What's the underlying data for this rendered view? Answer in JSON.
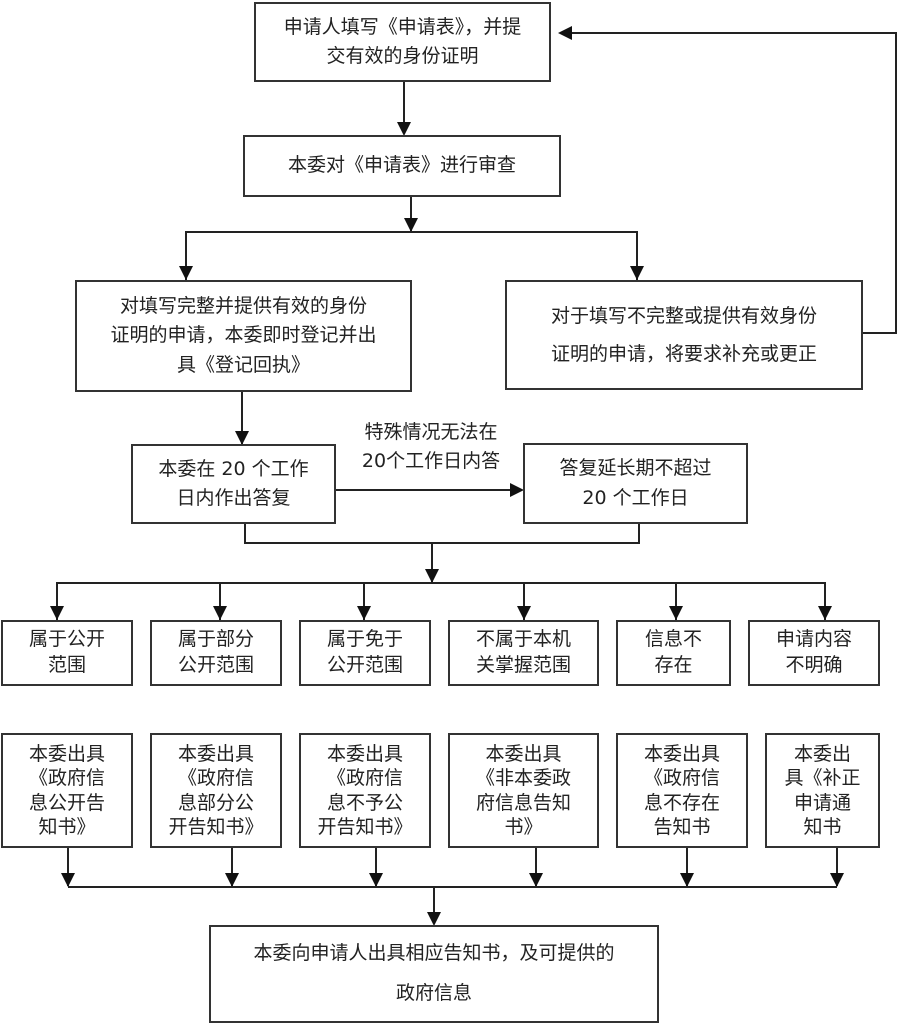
{
  "start": {
    "lines": [
      "申请人填写《申请表》，并提",
      "交有效的身份证明"
    ]
  },
  "review": {
    "lines": [
      "本委对《申请表》进行审查"
    ]
  },
  "complete": {
    "lines": [
      "对填写完整并提供有效的身份",
      "证明的申请，本委即时登记并出",
      "具《登记回执》"
    ]
  },
  "incomplete": {
    "lines": [
      "对于填写不完整或提供有效身份",
      "证明的申请，将要求补充或更正"
    ]
  },
  "reply20": {
    "lines": [
      "本委在 20 个工作",
      "日内作出答复"
    ]
  },
  "extension_label": {
    "lines": [
      "特殊情况无法在",
      "20个工作日内答"
    ]
  },
  "extension": {
    "lines": [
      "答复延长期不超过",
      "20 个工作日"
    ]
  },
  "categories": [
    {
      "lines": [
        "属于公开",
        "范围"
      ]
    },
    {
      "lines": [
        "属于部分",
        "公开范围"
      ]
    },
    {
      "lines": [
        "属于免于",
        "公开范围"
      ]
    },
    {
      "lines": [
        "不属于本机",
        "关掌握范围"
      ]
    },
    {
      "lines": [
        "信息不",
        "存在"
      ]
    },
    {
      "lines": [
        "申请内容",
        "不明确"
      ]
    }
  ],
  "notices": [
    {
      "lines": [
        "本委出具",
        "《政府信",
        "息公开告",
        "知书》"
      ]
    },
    {
      "lines": [
        "本委出具",
        "《政府信",
        "息部分公",
        "开告知书》"
      ]
    },
    {
      "lines": [
        "本委出具",
        "《政府信",
        "息不予公",
        "开告知书》"
      ]
    },
    {
      "lines": [
        "本委出具",
        "《非本委政",
        "府信息告知",
        "书》"
      ]
    },
    {
      "lines": [
        "本委出具",
        "《政府信",
        "息不存在",
        "告知书"
      ]
    },
    {
      "lines": [
        "本委出",
        "具《补正",
        "申请通",
        "知书"
      ]
    }
  ],
  "final": {
    "lines": [
      "本委向申请人出具相应告知书，及可提供的",
      "政府信息"
    ]
  }
}
